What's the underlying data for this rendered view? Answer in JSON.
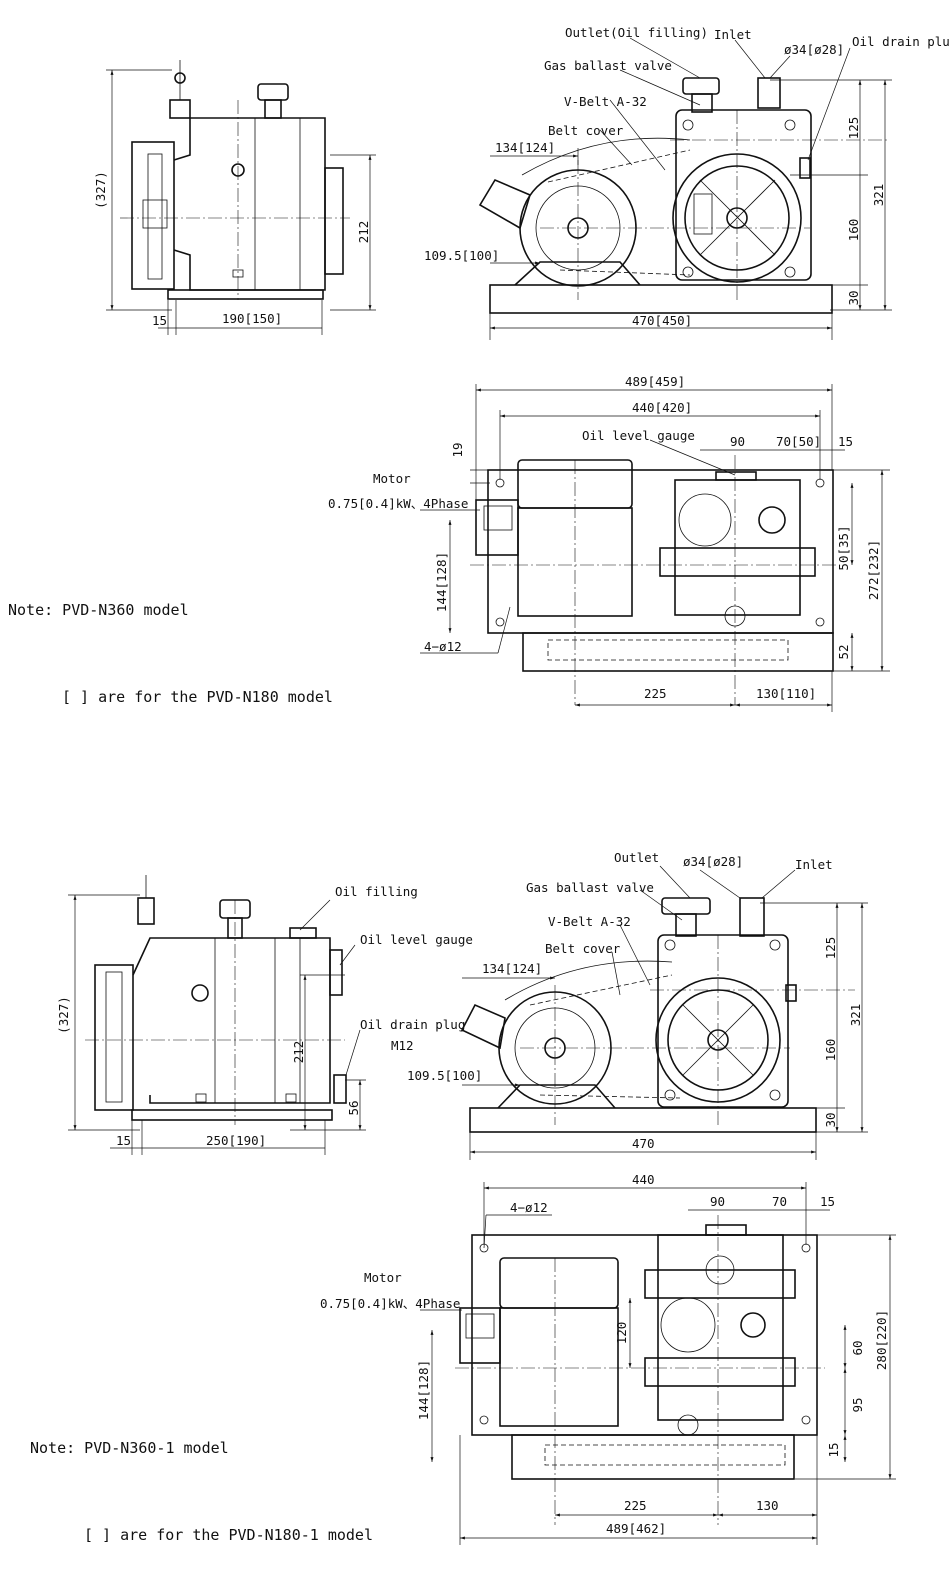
{
  "notes": {
    "top_line1": "Note: PVD-N360 model",
    "top_line2": "[ ] are for the PVD-N180 model",
    "bottom_line1": "Note: PVD-N360-1 model",
    "bottom_line2": "[ ] are for the PVD-N180-1 model"
  },
  "top": {
    "side": {
      "dim_327": "(327)",
      "dim_212": "212",
      "dim_15": "15",
      "dim_190": "190[150]"
    },
    "front": {
      "outlet": "Outlet(Oil filling)",
      "inlet": "Inlet",
      "phi34": "ø34[ø28]",
      "oil_drain_plug": "Oil drain plug",
      "gas_ballast_valve": "Gas ballast valve",
      "v_belt": "V-Belt A-32",
      "belt_cover": "Belt cover",
      "dim_134": "134[124]",
      "dim_109_5": "109.5[100]",
      "dim_125": "125",
      "dim_321": "321",
      "dim_160": "160",
      "dim_30": "30",
      "dim_470": "470[450]"
    },
    "plan": {
      "dim_489": "489[459]",
      "dim_440": "440[420]",
      "oil_level_gauge": "Oil level gauge",
      "dim_90": "90",
      "dim_70": "70[50]",
      "dim_15": "15",
      "dim_19": "19",
      "motor": "Motor",
      "motor_spec": "0.75[0.4]kW、4Phase",
      "dim_50": "50[35]",
      "dim_272": "272[232]",
      "dim_144": "144[128]",
      "holes": "4−ø12",
      "dim_52": "52",
      "dim_225": "225",
      "dim_130": "130[110]"
    }
  },
  "bottom": {
    "side": {
      "oil_filling": "Oil filling",
      "oil_level_gauge": "Oil level gauge",
      "oil_drain_plug": "Oil drain plug",
      "m12": "M12",
      "dim_327": "(327)",
      "dim_212": "212",
      "dim_56": "56",
      "dim_15": "15",
      "dim_250": "250[190]"
    },
    "front": {
      "outlet": "Outlet",
      "phi34": "ø34[ø28]",
      "inlet": "Inlet",
      "gas_ballast_valve": "Gas ballast valve",
      "v_belt": "V-Belt A-32",
      "belt_cover": "Belt cover",
      "dim_134": "134[124]",
      "dim_109_5": "109.5[100]",
      "dim_125": "125",
      "dim_321": "321",
      "dim_160": "160",
      "dim_30": "30",
      "dim_470": "470"
    },
    "plan": {
      "dim_440": "440",
      "holes": "4−ø12",
      "dim_90": "90",
      "dim_70": "70",
      "dim_15": "15",
      "motor": "Motor",
      "motor_spec": "0.75[0.4]kW、4Phase",
      "dim_120": "120",
      "dim_60": "60",
      "dim_280": "280[220]",
      "dim_144": "144[128]",
      "dim_95": "95",
      "dim_15b": "15",
      "dim_225": "225",
      "dim_130": "130",
      "dim_489": "489[462]"
    }
  }
}
